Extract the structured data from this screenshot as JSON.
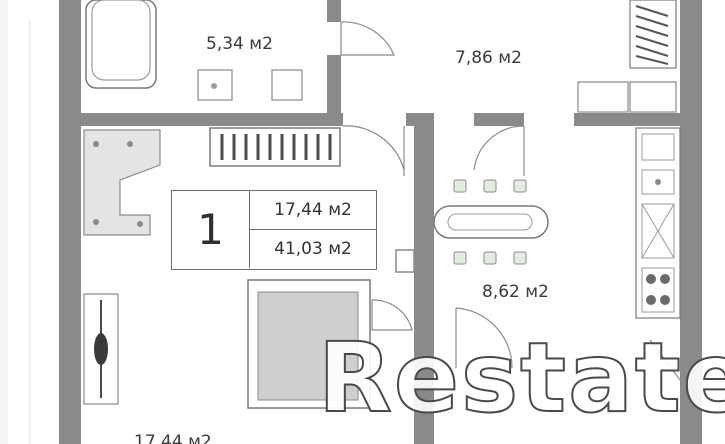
{
  "rooms": {
    "bathroom_area": "5,34 м2",
    "hall_area": "7,86 м2",
    "kitchen_area": "8,62 м2",
    "living_area": "17,44 м2"
  },
  "apartment": {
    "rooms_count": "1",
    "living_area": "17,44 м2",
    "total_area": "41,03 м2"
  },
  "watermark": {
    "text": "Restate"
  }
}
